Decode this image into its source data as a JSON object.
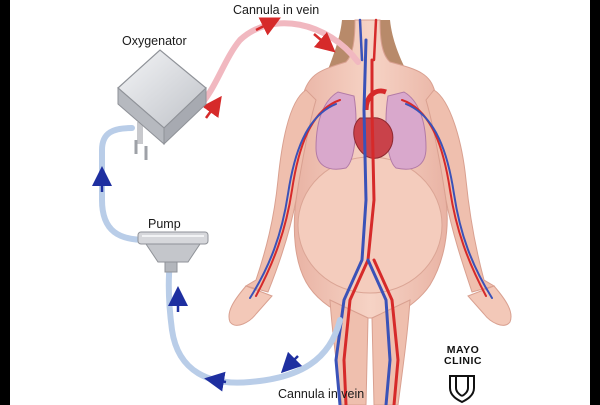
{
  "labels": {
    "cannula_top": "Cannula in vein",
    "oxygenator": "Oxygenator",
    "pump": "Pump",
    "cannula_bottom": "Cannula in vein"
  },
  "logo": {
    "line1": "MAYO",
    "line2": "CLINIC"
  },
  "colors": {
    "background": "#ffffff",
    "skin": "#f2c8b8",
    "oxygenated_blood": "#d62a2a",
    "deoxygenated_blood": "#3a52b8",
    "tube_blue": "#b9cde8",
    "tube_pink": "#f1b8c0",
    "device_gray": "#d9dade"
  }
}
